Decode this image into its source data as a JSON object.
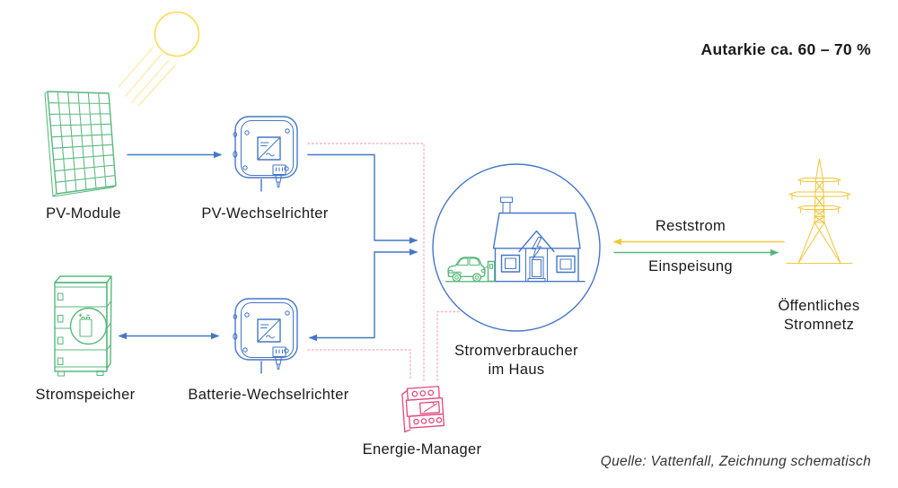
{
  "meta": {
    "autarky_note": "Autarkie ca. 60 – 70 %",
    "source_note": "Quelle: Vattenfall, Zeichnung schematisch"
  },
  "nodes": {
    "pv_module": {
      "label": "PV-Module"
    },
    "pv_inverter": {
      "label": "PV-Wechselrichter"
    },
    "storage": {
      "label": "Stromspeicher"
    },
    "battery_inverter": {
      "label": "Batterie-Wechselrichter"
    },
    "energy_manager": {
      "label": "Energie-Manager"
    },
    "house": {
      "label": "Stromverbraucher\nim Haus"
    },
    "public_grid": {
      "label": "Öffentliches\nStromnetz"
    }
  },
  "flows": {
    "reststrom": {
      "label": "Reststrom",
      "direction": "grid-to-house",
      "color_key": "grid_yellow"
    },
    "einspeisung": {
      "label": "Einspeisung",
      "direction": "house-to-grid",
      "color_key": "flow_green"
    }
  },
  "icons": {
    "sun-icon": "outlined circle with diagonal rays",
    "pv-module-icon": "tilted solar panel grid",
    "pv-inverter-icon": "wall box with DC/AC inverter symbol",
    "battery-inverter-icon": "wall box with DC/AC inverter symbol",
    "storage-icon": "battery cabinet tower with battery badge",
    "energy-manager-icon": "DIN-rail energy meter module",
    "house-icon": "house with EV and wallbox inside circle",
    "grid-pylon-icon": "high-voltage transmission tower"
  },
  "colors": {
    "line_blue": "#4577C6",
    "pv_green": "#58B87C",
    "flow_green": "#53B87E",
    "grid_yellow": "#F2C73E",
    "sun_yellow": "#FFD94E",
    "sun_ray": "#FFE9A6",
    "manager_pink": "#E1487A",
    "signal_pink": "#F5B3CB",
    "text": "#1A1A1A",
    "note": "#333333"
  }
}
